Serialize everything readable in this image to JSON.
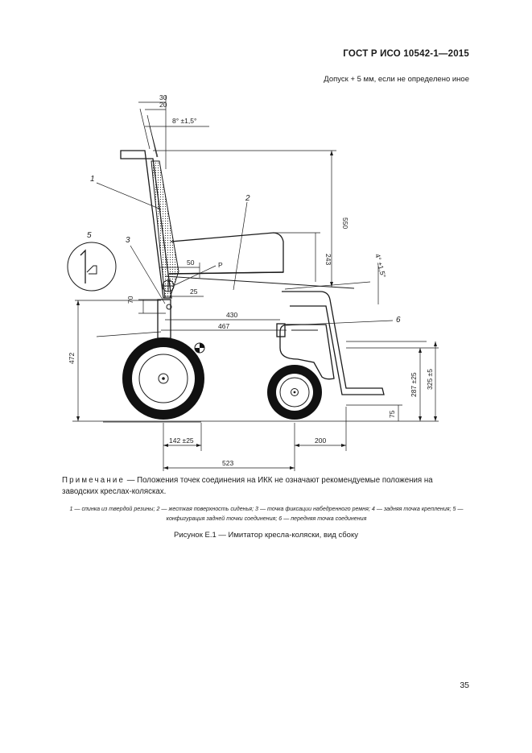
{
  "header": {
    "standard": "ГОСТ Р ИСО 10542-1—2015",
    "tolerance_note": "Допуск + 5 мм, если не определено иное"
  },
  "drawing": {
    "callouts": [
      "1",
      "2",
      "3",
      "5",
      "6"
    ],
    "point_label": "P",
    "dimensions": {
      "d30": "30",
      "d20": "20",
      "angle_back": "8° ±1,5°",
      "angle_seat": "4° ±1,5°",
      "d550": "550",
      "d243": "243",
      "d50": "50",
      "d70": "70",
      "d25": "25",
      "d430": "430",
      "d467": "467",
      "d472": "472",
      "d287": "287 ±25",
      "d325": "325 ±5",
      "d75": "75",
      "d142": "142 ±25",
      "d200": "200",
      "d523": "523"
    }
  },
  "note": {
    "label": "Примечание",
    "text": " — Положения точек соединения на ИКК не означают рекомендуемые положения на заводских креслах-колясках."
  },
  "legend": {
    "items": [
      {
        "num": "1",
        "text": " — спинка из твердой резины; "
      },
      {
        "num": "2",
        "text": " — жесткая поверхность сиденья; "
      },
      {
        "num": "3",
        "text": " — точка фиксации набедренного ремня; "
      },
      {
        "num": "4",
        "text": " — задняя точка крепления; "
      },
      {
        "num": "5",
        "text": " — конфигурация задней точки соединения; "
      },
      {
        "num": "6",
        "text": " — передняя точка соединения"
      }
    ]
  },
  "figure_caption": "Рисунок Е.1 — Имитатор кресла-коляски, вид сбоку",
  "page_number": "35"
}
